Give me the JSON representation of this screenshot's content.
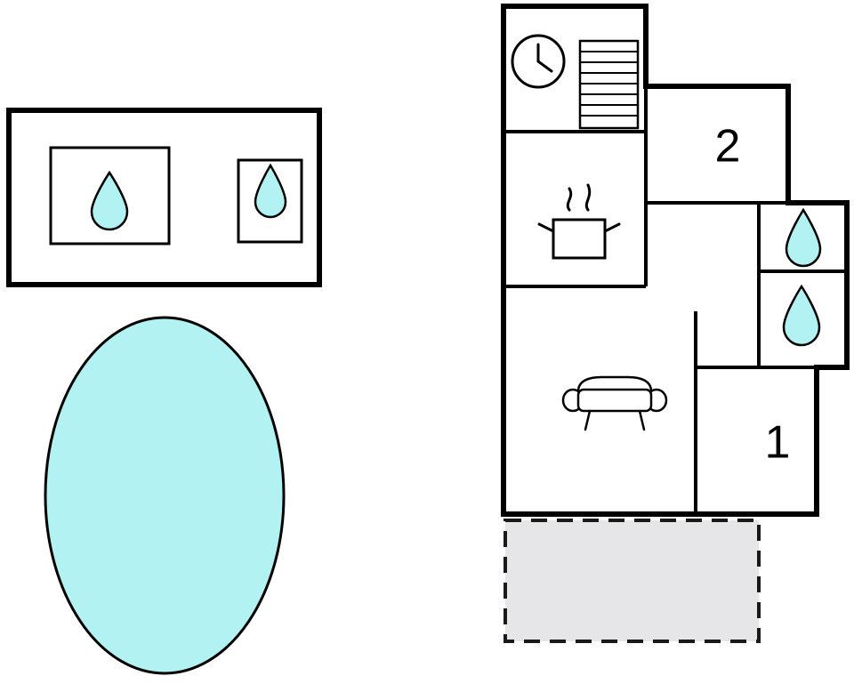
{
  "diagram": {
    "title": "Property floor plan with pool",
    "colors": {
      "water_fill": "#b2f2f2",
      "outline": "#000000",
      "terrace_fill": "#e6e6e9",
      "terrace_outline": "#1a1a1a",
      "background": "#ffffff"
    },
    "left_block": {
      "name": "bathroom-block",
      "label": "",
      "fixtures": [
        {
          "name": "shower-fixture",
          "icon": "water-drop-icon"
        },
        {
          "name": "washbasin-fixture",
          "icon": "water-drop-icon"
        }
      ]
    },
    "pool": {
      "name": "swimming-pool",
      "icon": "pool-ellipse",
      "label": ""
    },
    "right_block": {
      "name": "house-block",
      "rooms": [
        {
          "name": "bedroom-2",
          "label": "2"
        },
        {
          "name": "bedroom-1",
          "label": "1"
        }
      ],
      "fixtures": [
        {
          "name": "clock-icon",
          "label": ""
        },
        {
          "name": "stairs-icon",
          "label": ""
        },
        {
          "name": "cooking-pot-icon",
          "label": ""
        },
        {
          "name": "sofa-icon",
          "label": ""
        },
        {
          "name": "bathroom-drop-upper-icon",
          "label": ""
        },
        {
          "name": "bathroom-drop-lower-icon",
          "label": ""
        }
      ],
      "terrace": {
        "name": "terrace-area",
        "label": ""
      }
    }
  }
}
